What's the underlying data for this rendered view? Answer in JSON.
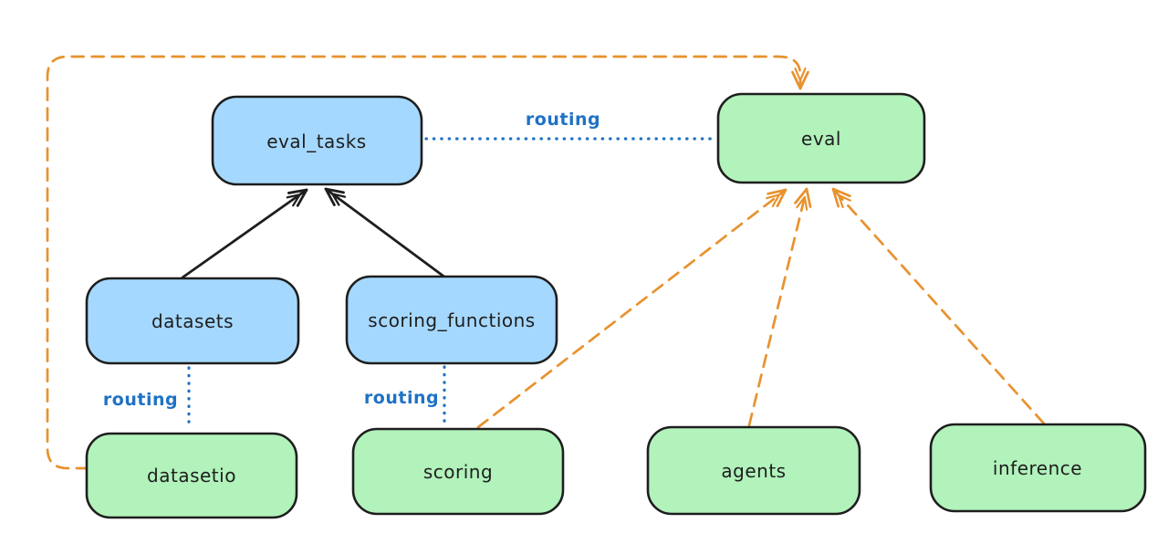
{
  "diagram": {
    "description": "Architecture diagram of eval APIs and provider routing",
    "colors": {
      "node_stroke": "#1e1e1e",
      "blue_fill": "#a5d8ff",
      "green_fill": "#b2f2bb",
      "routing_blue": "#1f72c4",
      "orange": "#e8922e",
      "background": "#ffffff"
    },
    "nodes": {
      "eval_tasks": {
        "label": "eval_tasks",
        "kind": "blue-box"
      },
      "eval": {
        "label": "eval",
        "kind": "green-box"
      },
      "datasets": {
        "label": "datasets",
        "kind": "blue-box"
      },
      "scoring_functions": {
        "label": "scoring_functions",
        "kind": "blue-box"
      },
      "datasetio": {
        "label": "datasetio",
        "kind": "green-box"
      },
      "scoring": {
        "label": "scoring",
        "kind": "green-box"
      },
      "agents": {
        "label": "agents",
        "kind": "green-box"
      },
      "inference": {
        "label": "inference",
        "kind": "green-box"
      }
    },
    "edges": [
      {
        "from": "datasets",
        "to": "eval_tasks",
        "style": "solid-arrow",
        "label": ""
      },
      {
        "from": "scoring_functions",
        "to": "eval_tasks",
        "style": "solid-arrow",
        "label": ""
      },
      {
        "from": "eval_tasks",
        "to": "eval",
        "style": "dotted",
        "label": "routing"
      },
      {
        "from": "datasets",
        "to": "datasetio",
        "style": "dotted",
        "label": "routing"
      },
      {
        "from": "scoring_functions",
        "to": "scoring",
        "style": "dotted",
        "label": "routing"
      },
      {
        "from": "datasetio",
        "to": "eval",
        "style": "dashed-arrow",
        "label": ""
      },
      {
        "from": "scoring",
        "to": "eval",
        "style": "dashed-arrow",
        "label": ""
      },
      {
        "from": "agents",
        "to": "eval",
        "style": "dashed-arrow",
        "label": ""
      },
      {
        "from": "inference",
        "to": "eval",
        "style": "dashed-arrow",
        "label": ""
      }
    ]
  }
}
